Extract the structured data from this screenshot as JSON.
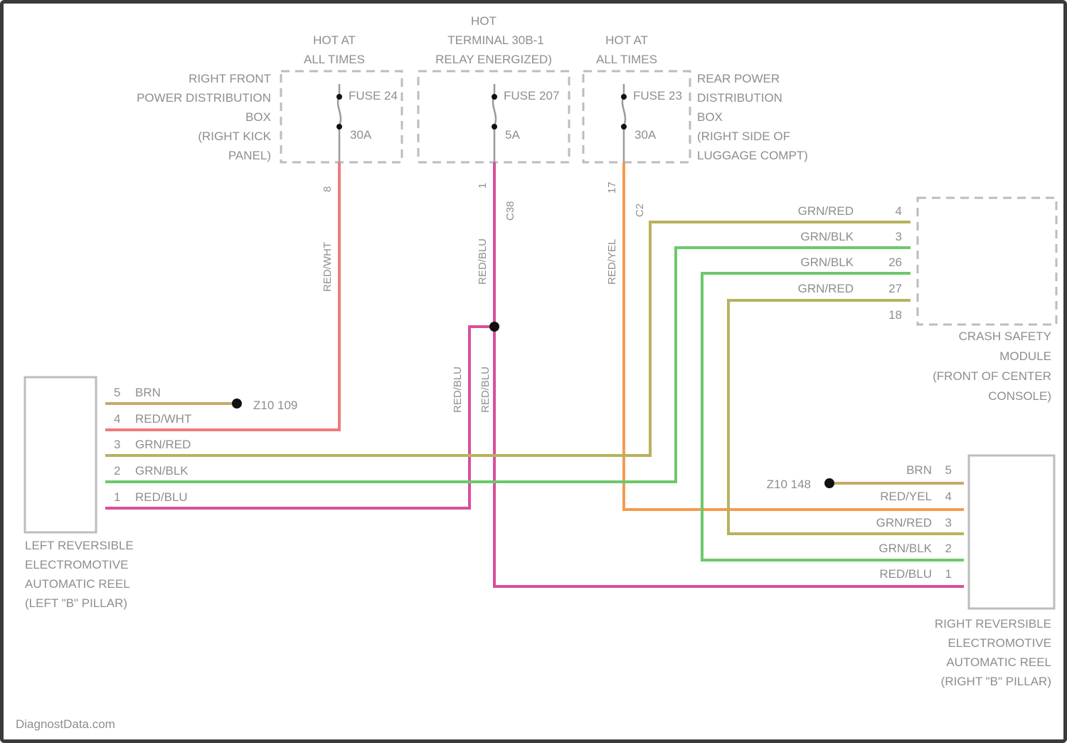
{
  "colors": {
    "red_white": "#f07a7a",
    "red_blu": "#d94f9a",
    "red_yel": "#f59a4f",
    "grn_red": "#b7b25e",
    "grn_blk": "#6cc86c",
    "brn": "#c9a86a"
  },
  "fuse_boxes": {
    "right_front": {
      "hot_label": [
        "HOT AT",
        "ALL TIMES"
      ],
      "name_lines": [
        "RIGHT FRONT",
        "POWER DISTRIBUTION",
        "BOX",
        "(RIGHT KICK",
        "PANEL)"
      ],
      "fuse_label": "FUSE 24",
      "rating": "30A",
      "pin_top": "8"
    },
    "middle": {
      "hot_label": [
        "HOT",
        "TERMINAL 30B-1",
        "RELAY ENERGIZED)"
      ],
      "fuse_label": "FUSE 207",
      "rating": "5A",
      "pin_top": "1",
      "pin_conn": "C38"
    },
    "rear": {
      "hot_label": [
        "HOT AT",
        "ALL TIMES"
      ],
      "name_lines": [
        "REAR POWER",
        "DISTRIBUTION",
        "BOX",
        "(RIGHT SIDE OF",
        "LUGGAGE COMPT)"
      ],
      "fuse_label": "FUSE 23",
      "rating": "30A",
      "pin_top": "17",
      "pin_conn": "C2"
    }
  },
  "wire_labels": {
    "red_white_v": "RED/WHT",
    "red_blu_v": "RED/BLU",
    "red_yel_v": "RED/YEL"
  },
  "crash_module": {
    "name_lines": [
      "CRASH SAFETY",
      "MODULE",
      "(FRONT OF CENTER",
      "CONSOLE)"
    ],
    "pins": [
      {
        "wire": "GRN/RED",
        "pin": "4"
      },
      {
        "wire": "GRN/BLK",
        "pin": "3"
      },
      {
        "wire": "GRN/BLK",
        "pin": "26"
      },
      {
        "wire": "GRN/RED",
        "pin": "27"
      },
      {
        "wire": "",
        "pin": "18"
      }
    ]
  },
  "left_reel": {
    "name_lines": [
      "LEFT REVERSIBLE",
      "ELECTROMOTIVE",
      "AUTOMATIC REEL",
      "(LEFT \"B\" PILLAR)"
    ],
    "pins": [
      {
        "pin": "5",
        "wire": "BRN"
      },
      {
        "pin": "4",
        "wire": "RED/WHT"
      },
      {
        "pin": "3",
        "wire": "GRN/RED"
      },
      {
        "pin": "2",
        "wire": "GRN/BLK"
      },
      {
        "pin": "1",
        "wire": "RED/BLU"
      }
    ],
    "ground": "Z10 109"
  },
  "right_reel": {
    "name_lines": [
      "RIGHT REVERSIBLE",
      "ELECTROMOTIVE",
      "AUTOMATIC REEL",
      "(RIGHT \"B\" PILLAR)"
    ],
    "pins": [
      {
        "pin": "5",
        "wire": "BRN"
      },
      {
        "pin": "4",
        "wire": "RED/YEL"
      },
      {
        "pin": "3",
        "wire": "GRN/RED"
      },
      {
        "pin": "2",
        "wire": "GRN/BLK"
      },
      {
        "pin": "1",
        "wire": "RED/BLU"
      }
    ],
    "ground": "Z10 148"
  },
  "watermark": "DiagnostData.com"
}
